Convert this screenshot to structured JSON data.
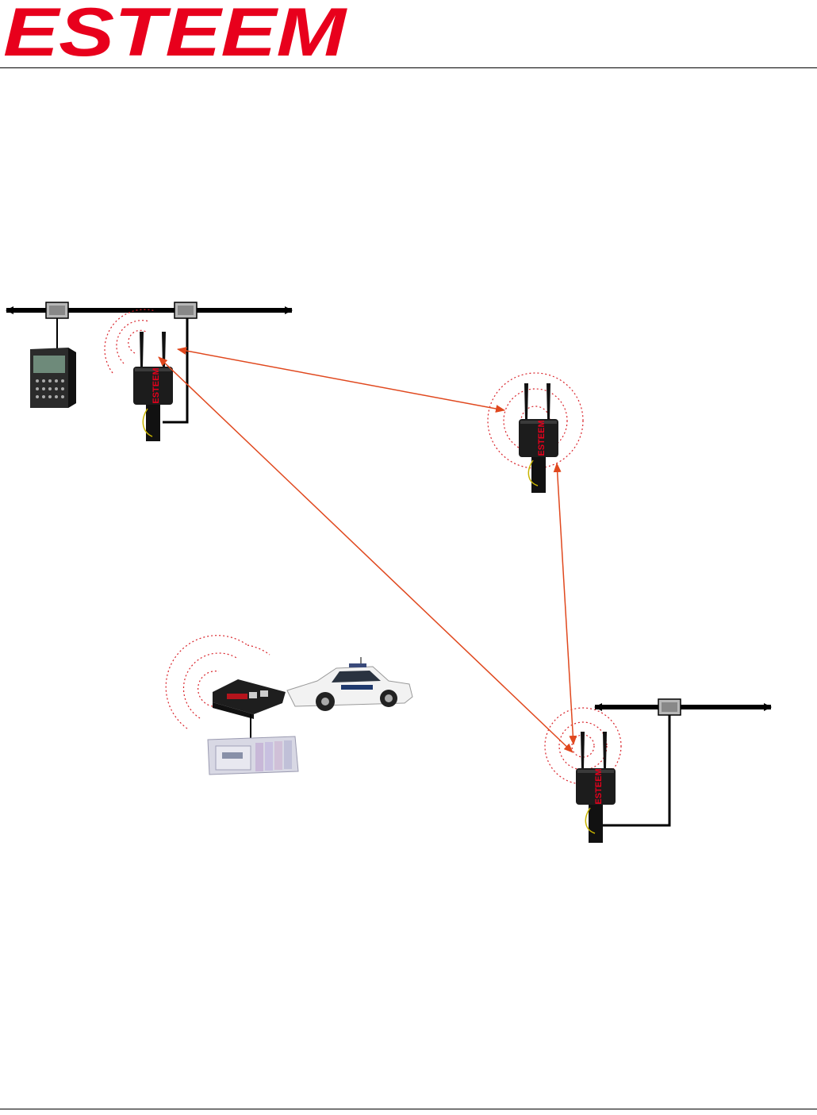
{
  "header": {
    "logo_text": "ESTEEM",
    "logo_color": "#e8001c"
  },
  "diagram": {
    "link_color": "#e0481e",
    "field_ring_color": "#d9232a",
    "radio_label": "ESTEEM",
    "icons": [
      "network-bus-arrow",
      "ethernet-tap",
      "server-tower-icon",
      "outdoor-radio-icon",
      "mobile-radio-icon",
      "police-car-icon",
      "plc-rack-icon"
    ]
  }
}
